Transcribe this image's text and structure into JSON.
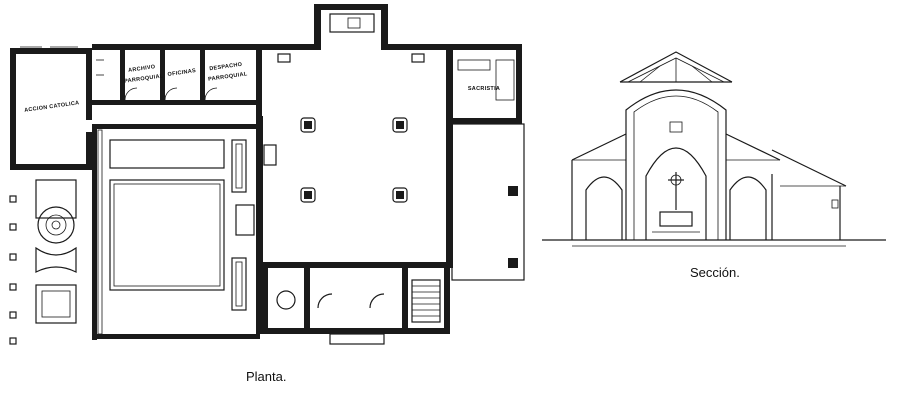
{
  "plan": {
    "caption": "Planta.",
    "rooms": {
      "accion_catolica": "ACCION CATOLICA",
      "archivo_line1": "ARCHIVO",
      "archivo_line2": "PARROQUIAL",
      "oficinas": "OFICINAS",
      "despacho_line1": "DESPACHO",
      "despacho_line2": "PARROQUIAL",
      "sacristia": "SACRISTIA"
    }
  },
  "section": {
    "caption": "Sección."
  }
}
